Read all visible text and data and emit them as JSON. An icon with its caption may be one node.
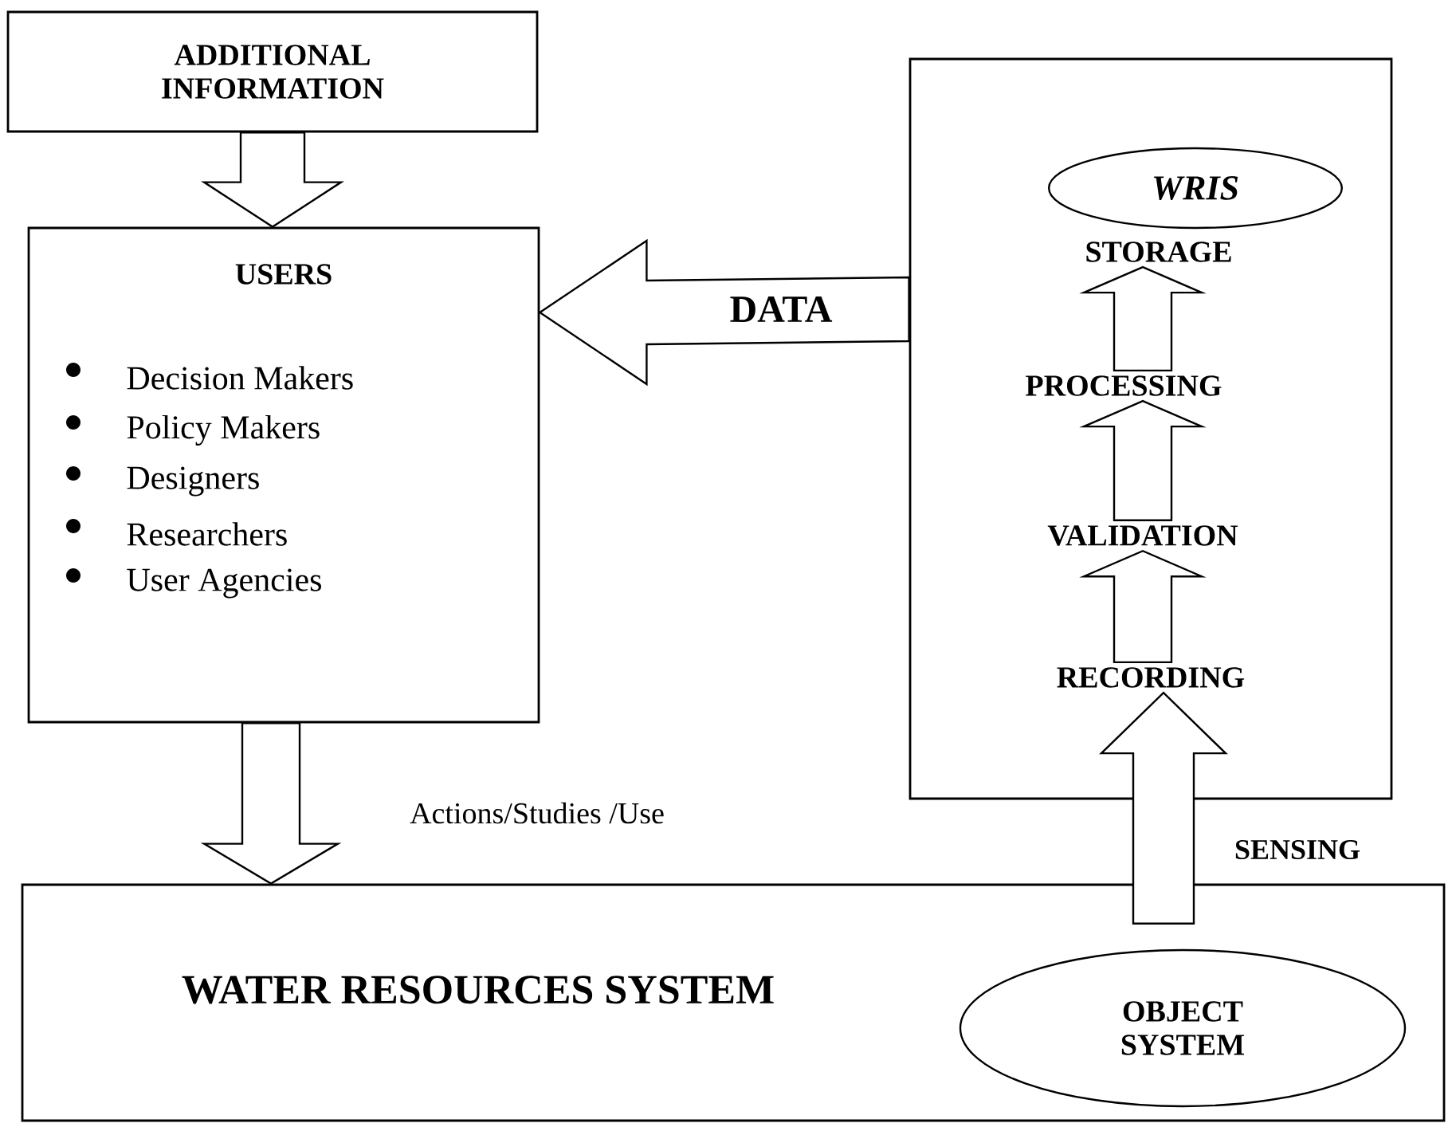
{
  "diagram": {
    "nodes": [
      {
        "text": [
          "ADDITIONAL INFORMATION"
        ]
      },
      {
        "text": [
          "USERS",
          "Decision Makers",
          "Policy Makers",
          "Designers",
          "Researchers",
          "User Agencies"
        ]
      },
      {
        "text": [],
        "shape": "box"
      },
      {
        "text": [
          "WRIS"
        ],
        "in": 2
      },
      {
        "text": [
          "STORAGE"
        ],
        "in": 2
      },
      {
        "text": [
          "PROCESSING"
        ],
        "in": 2
      },
      {
        "text": [
          "VALIDATION"
        ],
        "in": 2
      },
      {
        "text": [
          "RECORDING"
        ],
        "in": 2
      },
      {
        "text": [
          "WATER RESOURCES SYSTEM"
        ]
      },
      {
        "text": [
          "OBJECT SYSTEM"
        ],
        "in": 8
      }
    ],
    "edges": [
      {
        "from": 0,
        "to": 1,
        "arrow": "to"
      },
      {
        "from": 2,
        "to": 1,
        "arrow": "to",
        "label": "DATA"
      },
      {
        "from": 1,
        "to": 8,
        "arrow": "to",
        "label": "Actions/Studies /Use"
      },
      {
        "from": 9,
        "to": 7,
        "arrow": "to",
        "label": "SENSING"
      },
      {
        "from": 7,
        "to": 6,
        "arrow": "to"
      },
      {
        "from": 6,
        "to": 5,
        "arrow": "to"
      },
      {
        "from": 5,
        "to": 4,
        "arrow": "to"
      }
    ]
  }
}
